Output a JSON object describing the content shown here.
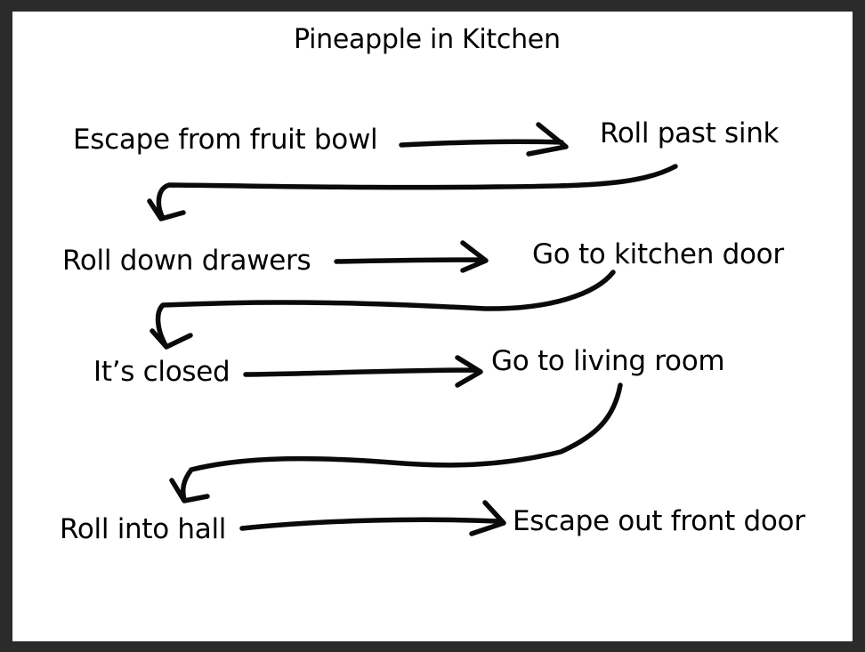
{
  "title": "Pineapple in Kitchen",
  "steps": [
    "Escape from fruit bowl",
    "Roll past sink",
    "Roll down drawers",
    "Go to kitchen door",
    "It’s closed",
    "Go to living room",
    "Roll into hall",
    "Escape out front door"
  ],
  "colors": {
    "frame": "#2b2b2b",
    "background": "#ffffff",
    "ink": "#000000"
  }
}
